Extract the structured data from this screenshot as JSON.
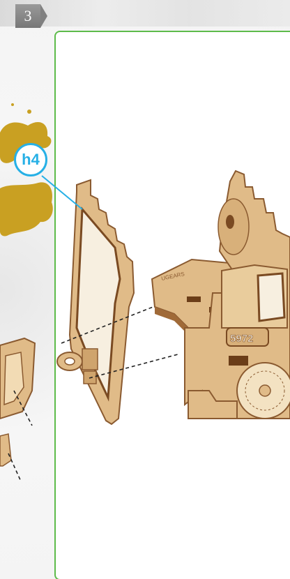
{
  "step": {
    "number": "3"
  },
  "callout": {
    "label": "h4"
  },
  "part_text": {
    "engraving": "5972"
  },
  "colors": {
    "frame": "#5dbb4a",
    "callout": "#26b0e6",
    "wood": "#e0bb88",
    "wood_edge": "#8a5a30",
    "splash": "#c9a022"
  }
}
